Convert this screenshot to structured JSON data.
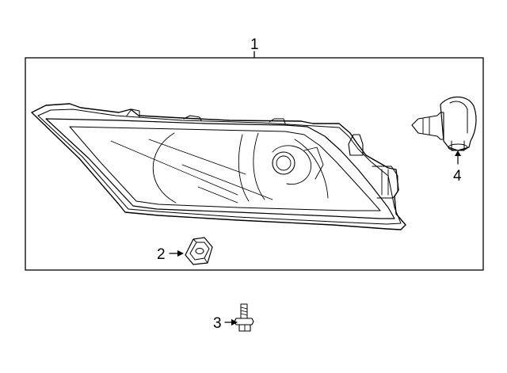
{
  "callouts": {
    "part_1": "1",
    "part_2": "2",
    "part_3": "3",
    "part_4": "4"
  },
  "parts": [
    {
      "callout": "1",
      "icon": "fog-lamp-assembly-icon"
    },
    {
      "callout": "2",
      "icon": "retainer-nut-icon"
    },
    {
      "callout": "3",
      "icon": "screw-bolt-icon"
    },
    {
      "callout": "4",
      "icon": "bulb-icon"
    }
  ],
  "colors": {
    "line": "#000000",
    "background": "#ffffff",
    "housing_fill": "#ffffff"
  }
}
